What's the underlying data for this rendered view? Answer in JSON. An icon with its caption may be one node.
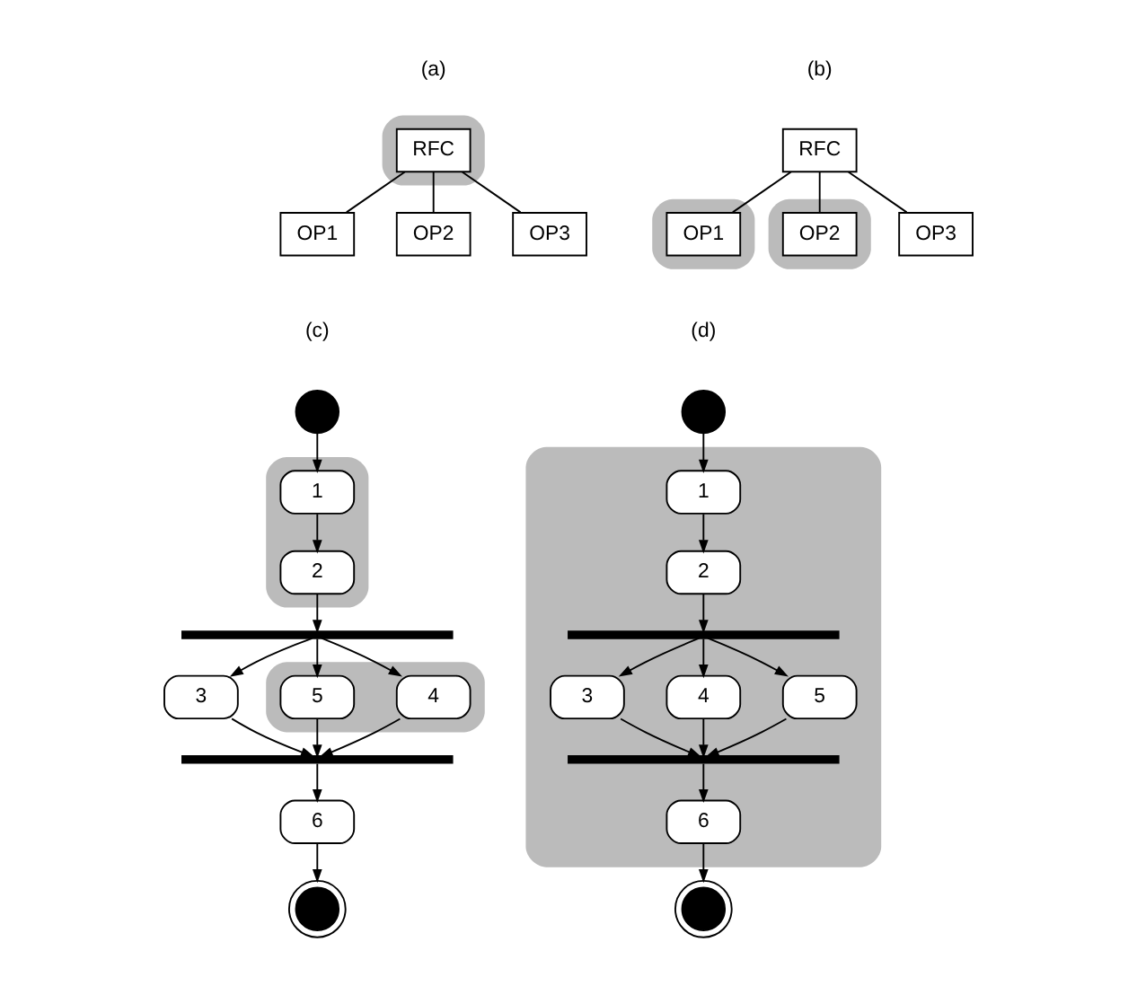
{
  "diagram": {
    "nodes": [
      {
        "text": [],
        "shape": "box"
      },
      {
        "text": [
          "RFC"
        ],
        "in": 0
      },
      {
        "text": [
          "OP1"
        ]
      },
      {
        "text": [
          "OP2"
        ]
      },
      {
        "text": [
          "OP3"
        ]
      },
      {
        "text": [
          "RFC"
        ]
      },
      {
        "text": [],
        "shape": "box"
      },
      {
        "text": [
          "OP1"
        ],
        "in": 6
      },
      {
        "text": [],
        "shape": "box"
      },
      {
        "text": [
          "OP2"
        ],
        "in": 8
      },
      {
        "text": [
          "OP3"
        ]
      },
      {
        "text": [],
        "shape": "circle"
      },
      {
        "text": [],
        "shape": "box"
      },
      {
        "text": [
          "1"
        ],
        "in": 12
      },
      {
        "text": [
          "2"
        ],
        "in": 12
      },
      {
        "text": [],
        "shape": "bar"
      },
      {
        "text": [
          "3"
        ]
      },
      {
        "text": [],
        "shape": "box"
      },
      {
        "text": [
          "4"
        ],
        "in": 17
      },
      {
        "text": [
          "5"
        ],
        "in": 17
      },
      {
        "text": [],
        "shape": "bar"
      },
      {
        "text": [
          "6"
        ]
      },
      {
        "text": [],
        "shape": "bullseye"
      },
      {
        "text": [],
        "shape": "circle"
      },
      {
        "text": [],
        "shape": "cloud"
      },
      {
        "text": [
          "1"
        ],
        "in": 24
      },
      {
        "text": [
          "2"
        ],
        "in": 24
      },
      {
        "text": [],
        "shape": "bar",
        "in": 24
      },
      {
        "text": [
          "3"
        ],
        "in": 24
      },
      {
        "text": [
          "4"
        ],
        "in": 24
      },
      {
        "text": [
          "5"
        ],
        "in": 24
      },
      {
        "text": [],
        "shape": "bar",
        "in": 24
      },
      {
        "text": [
          "6"
        ],
        "in": 24
      },
      {
        "text": [],
        "shape": "bullseye"
      }
    ],
    "edges": [
      {
        "from": 1,
        "to": 2,
        "arrow": "none"
      },
      {
        "from": 1,
        "to": 3,
        "arrow": "none"
      },
      {
        "from": 1,
        "to": 4,
        "arrow": "none"
      },
      {
        "from": 5,
        "to": 7,
        "arrow": "none"
      },
      {
        "from": 5,
        "to": 9,
        "arrow": "none"
      },
      {
        "from": 5,
        "to": 10,
        "arrow": "none"
      },
      {
        "from": 11,
        "to": 13,
        "arrow": "to"
      },
      {
        "from": 13,
        "to": 14,
        "arrow": "to"
      },
      {
        "from": 14,
        "to": 15,
        "arrow": "to"
      },
      {
        "from": 15,
        "to": 16,
        "arrow": "to"
      },
      {
        "from": 15,
        "to": 18,
        "arrow": "to"
      },
      {
        "from": 15,
        "to": 19,
        "arrow": "to"
      },
      {
        "from": 16,
        "to": 20,
        "arrow": "to"
      },
      {
        "from": 18,
        "to": 20,
        "arrow": "to"
      },
      {
        "from": 19,
        "to": 20,
        "arrow": "to"
      },
      {
        "from": 20,
        "to": 21,
        "arrow": "to"
      },
      {
        "from": 21,
        "to": 22,
        "arrow": "to"
      },
      {
        "from": 23,
        "to": 25,
        "arrow": "to"
      },
      {
        "from": 25,
        "to": 26,
        "arrow": "to"
      },
      {
        "from": 26,
        "to": 27,
        "arrow": "to"
      },
      {
        "from": 27,
        "to": 28,
        "arrow": "to"
      },
      {
        "from": 27,
        "to": 29,
        "arrow": "to"
      },
      {
        "from": 27,
        "to": 30,
        "arrow": "to"
      },
      {
        "from": 28,
        "to": 31,
        "arrow": "to"
      },
      {
        "from": 29,
        "to": 31,
        "arrow": "to"
      },
      {
        "from": 30,
        "to": 31,
        "arrow": "to"
      },
      {
        "from": 31,
        "to": 32,
        "arrow": "to"
      },
      {
        "from": 32,
        "to": 33,
        "arrow": "to"
      }
    ],
    "labels": [
      "(a)",
      "(b)",
      "(c)",
      "(d)"
    ]
  }
}
